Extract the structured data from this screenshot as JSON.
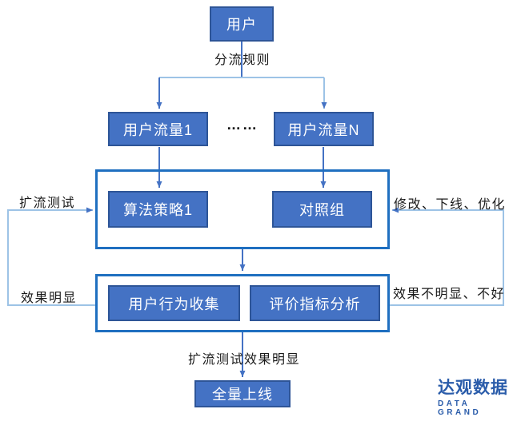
{
  "palette": {
    "node_fill": "#4472C4",
    "node_border": "#2E5597",
    "node_text": "#FFFFFF",
    "container_border": "#1F6FC0",
    "arrow": "#4472C4",
    "loop_line": "#9DC3E6",
    "label_color": "#1A1A1A",
    "logo_color": "#2A5CAA",
    "bg": "#FFFFFF"
  },
  "nodes": {
    "user": "用户",
    "flow1": "用户流量1",
    "flowN": "用户流量N",
    "dots": "……",
    "strategy1": "算法策略1",
    "control": "对照组",
    "behavior": "用户行为收集",
    "metrics": "评价指标分析",
    "launch": "全量上线"
  },
  "labels": {
    "split_rule": "分流规则",
    "expand_test": "扩流测试",
    "modify": "修改、下线、优化",
    "effect_obvious": "效果明显",
    "effect_not_obvious": "效果不明显、不好",
    "expand_effect": "扩流测试效果明显"
  },
  "logo": {
    "cn": "达观数据",
    "en": "DATA GRAND"
  }
}
